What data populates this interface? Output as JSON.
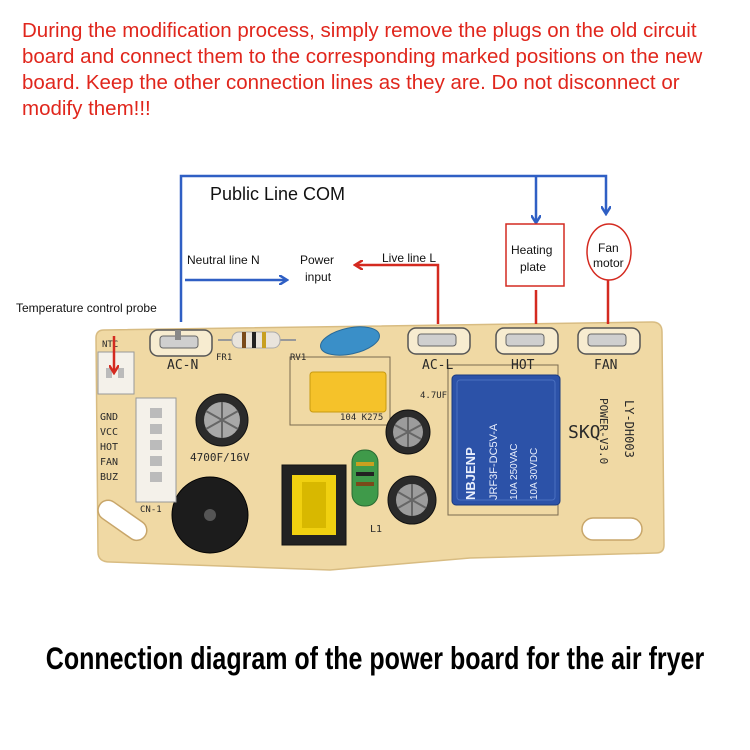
{
  "instructions": "During the modification process, simply remove the plugs on the old circuit board and connect them to the corresponding marked positions on the new board. Keep the other connection lines as they are. Do not disconnect or modify them!!!",
  "labels": {
    "public_line": "Public Line COM",
    "neutral_line": "Neutral line N",
    "power_input_1": "Power",
    "power_input_2": "input",
    "live_line": "Live line L",
    "heating_1": "Heating",
    "heating_2": "plate",
    "fan_1": "Fan",
    "fan_2": "motor",
    "temp_probe": "Temperature control probe"
  },
  "board": {
    "ac_n": "AC-N",
    "ac_l": "AC-L",
    "hot": "HOT",
    "fan": "FAN",
    "ntc": "NTC",
    "fr1": "FR1",
    "rv1": "RV1",
    "connector_pins": [
      "GND",
      "VCC",
      "HOT",
      "FAN",
      "BUZ"
    ],
    "cn1": "CN-1",
    "cap_big": "4700F/16V",
    "cap_small": "4.7UF",
    "cap_x": "104 K275",
    "l1": "L1",
    "relay_brand": "NBJENP",
    "relay_model": "JRF3F-DC5V-A",
    "relay_rating_1": "10A 250VAC",
    "relay_rating_2": "10A 30VDC",
    "model": "LY-DH003",
    "power_ver": "POWER-V3.0",
    "brand": "SKQ"
  },
  "caption": "Connection diagram of the power board for the air fryer",
  "colors": {
    "instruction_text": "#e0261c",
    "arrow_blue": "#2f5fc4",
    "arrow_red": "#d42a20",
    "pcb": "#f0d9a4",
    "pcb_text": "#2a2a2a"
  }
}
